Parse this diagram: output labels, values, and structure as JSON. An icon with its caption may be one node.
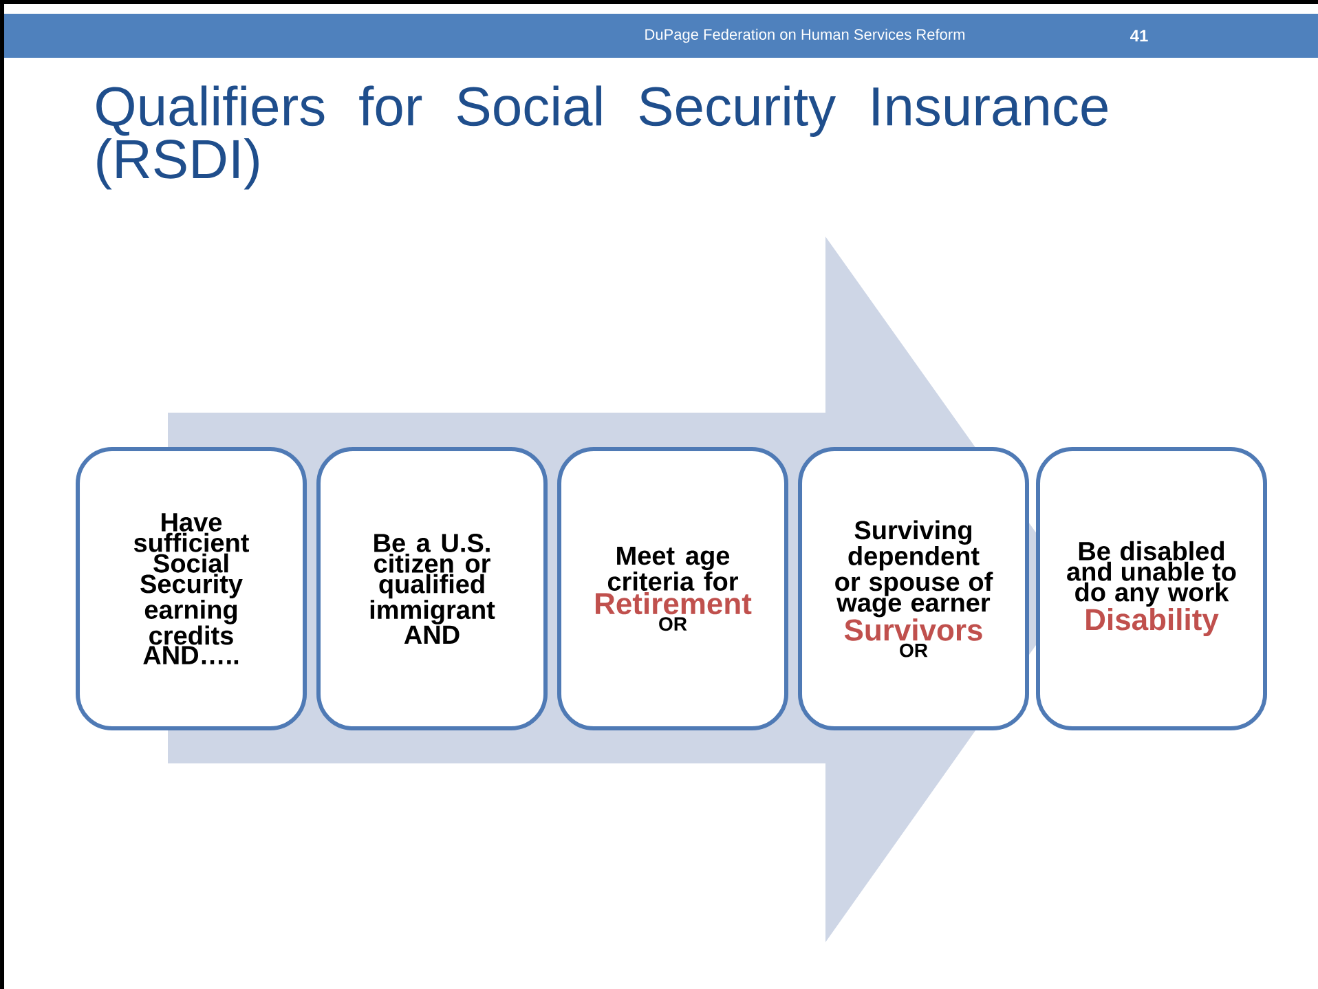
{
  "diagram": {
    "title": "Qualifiers for Social Security Insurance (RSDI)",
    "nodes": [
      {
        "text": [
          "Have sufficient Social Security earning credits AND….."
        ]
      },
      {
        "text": [
          "Be a U.S. citizen or qualified immigrant AND"
        ]
      },
      {
        "text": [
          "Meet age criteria for",
          "Retirement",
          "OR"
        ]
      },
      {
        "text": [
          "Surviving dependent or spouse of wage earner",
          "Survivors",
          "OR"
        ]
      },
      {
        "text": [
          "Be disabled and unable to do any work",
          "Disability"
        ]
      }
    ],
    "edges": [
      {
        "from": 0,
        "to": 4,
        "arrow": "to"
      }
    ],
    "labels": [
      "DuPage Federation on Human Services Reform",
      "41"
    ]
  }
}
